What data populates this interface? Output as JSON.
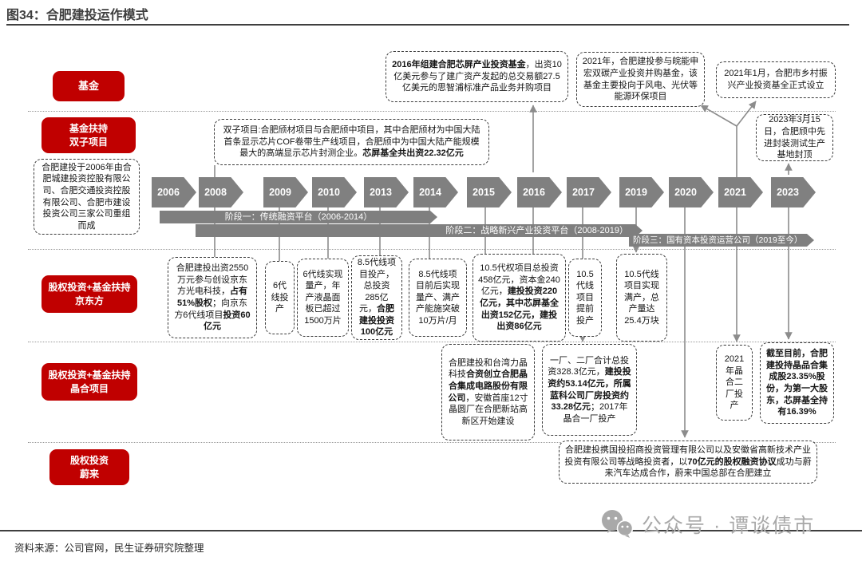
{
  "title": "图34：合肥建投运作模式",
  "colors": {
    "accent_red": "#c00000",
    "gray": "#808080",
    "line_gray": "#8c8c8c",
    "title_gray": "#3f3f3f"
  },
  "left_labels": [
    {
      "label": "基金"
    },
    {
      "label": "基金扶持\n双子项目"
    },
    {
      "label": "股权投资+基金扶持\n京东方"
    },
    {
      "label": "股权投资+基金扶持\n晶合项目"
    },
    {
      "label": "股权投资\n蔚来"
    }
  ],
  "org_note": {
    "segments": [
      {
        "t": "合肥建投于2006年由合肥城建投资控股有限公司、合肥交通投资控股有限公司、合肥市建设投资公司三家公司重组而成"
      }
    ]
  },
  "top_boxes": {
    "xinping": {
      "segments": [
        {
          "t": "2016年组建合肥芯屏产业投资基金",
          "b": true
        },
        {
          "t": "，出资10亿美元参与了建广资产发起的总交易额27.5亿美元的思智浦标准产品业务并购项目"
        }
      ]
    },
    "wanneng": {
      "segments": [
        {
          "t": "2021年，合肥建投参与皖能申宏双碳产业投资并购基金，该基金主要投向于风电、光伏等能源环保项目"
        }
      ]
    },
    "rural": {
      "segments": [
        {
          "t": "2021年1月，合肥市乡村振兴产业投资基全正式设立"
        }
      ]
    },
    "qizhong2023": {
      "segments": [
        {
          "t": "2023年3月15日，合肥颀中先进封装测试生产基地封顶"
        }
      ]
    },
    "twin": {
      "segments": [
        {
          "t": "双子项目:合肥颀材项目与合肥颀中项目，其中合肥颀材为中国大陆首条显示芯片COF卷带生产线项目，合肥颀中为中国大陆产能规模最大的高端显示芯片封测企业。"
        },
        {
          "t": "芯屏基全共出资22.32亿元",
          "b": true
        }
      ]
    }
  },
  "timeline": {
    "years": [
      "2006",
      "2008",
      "2009",
      "2010",
      "2013",
      "2014",
      "2015",
      "2016",
      "2017",
      "2019",
      "2020",
      "2021",
      "2023"
    ],
    "stages": [
      {
        "label": "阶段一：传统融资平台（2006-2014）"
      },
      {
        "label": "阶段二：战略新兴产业投资平台（2008-2019）"
      },
      {
        "label": "阶段三：国有资本投资运营公司（2019至今）"
      }
    ]
  },
  "boe_row": [
    {
      "segments": [
        {
          "t": "合肥建投出资2550万元参与创设京东方光电科技，"
        },
        {
          "t": "占有51%股权",
          "b": true
        },
        {
          "t": "；向京东方6代线项目"
        },
        {
          "t": "投资60亿元",
          "b": true
        }
      ]
    },
    {
      "segments": [
        {
          "t": "6代线投产"
        }
      ]
    },
    {
      "segments": [
        {
          "t": "6代线实现量产，年产液晶面板已超过1500万片"
        }
      ]
    },
    {
      "segments": [
        {
          "t": "8.5代线项目投产，总投资285亿元，"
        },
        {
          "t": "合肥建投投资100亿元",
          "b": true
        }
      ]
    },
    {
      "segments": [
        {
          "t": "8.5代线项目前后实现量产、满产产能施突破10万片/月"
        }
      ]
    },
    {
      "segments": [
        {
          "t": "10.5代权项目总投资458亿元，资本金240亿元，"
        },
        {
          "t": "建投投资220亿元，其中芯屏基全出资152亿元，建投出资86亿元",
          "b": true
        }
      ]
    },
    {
      "segments": [
        {
          "t": "10.5代线项目提前投产"
        }
      ]
    },
    {
      "segments": [
        {
          "t": "10.5代线项目实现满产，总产量达25.4万块"
        }
      ]
    }
  ],
  "jinghe_row": [
    {
      "segments": [
        {
          "t": "合肥建投和台湾力晶科技"
        },
        {
          "t": "合资创立合肥晶合集成电路股份有限公司",
          "b": true
        },
        {
          "t": "，安徽首座12寸晶圆厂在合肥新站高新区开始建设"
        }
      ]
    },
    {
      "segments": [
        {
          "t": "一厂、二厂合计总投资328.3亿元，"
        },
        {
          "t": "建投投资约53.14亿元，所属蓝科公司厂房投资约33.28亿元",
          "b": true
        },
        {
          "t": "；2017年晶合一厂投产"
        }
      ]
    },
    {
      "segments": [
        {
          "t": "2021年晶合二厂投产"
        }
      ]
    },
    {
      "segments": [
        {
          "t": "截至目前，合肥建投持晶品合集成股23.35%股份，为第一大股东，芯屏基全持有16.39%",
          "b": true
        }
      ]
    }
  ],
  "nio_row": {
    "segments": [
      {
        "t": "合肥建投携国投招商投资管理有限公司以及安徽省高新技术产业投资有限公司等战略投资者，以"
      },
      {
        "t": "70亿元的股权融资协议",
        "b": true
      },
      {
        "t": "成功与蔚来汽车达成合作，蔚来中国总部在合肥建立"
      }
    ]
  },
  "footer": {
    "source": "资料来源：公司官网，民生证券研究院整理",
    "watermark": "公众号 · 谭谈债市"
  }
}
